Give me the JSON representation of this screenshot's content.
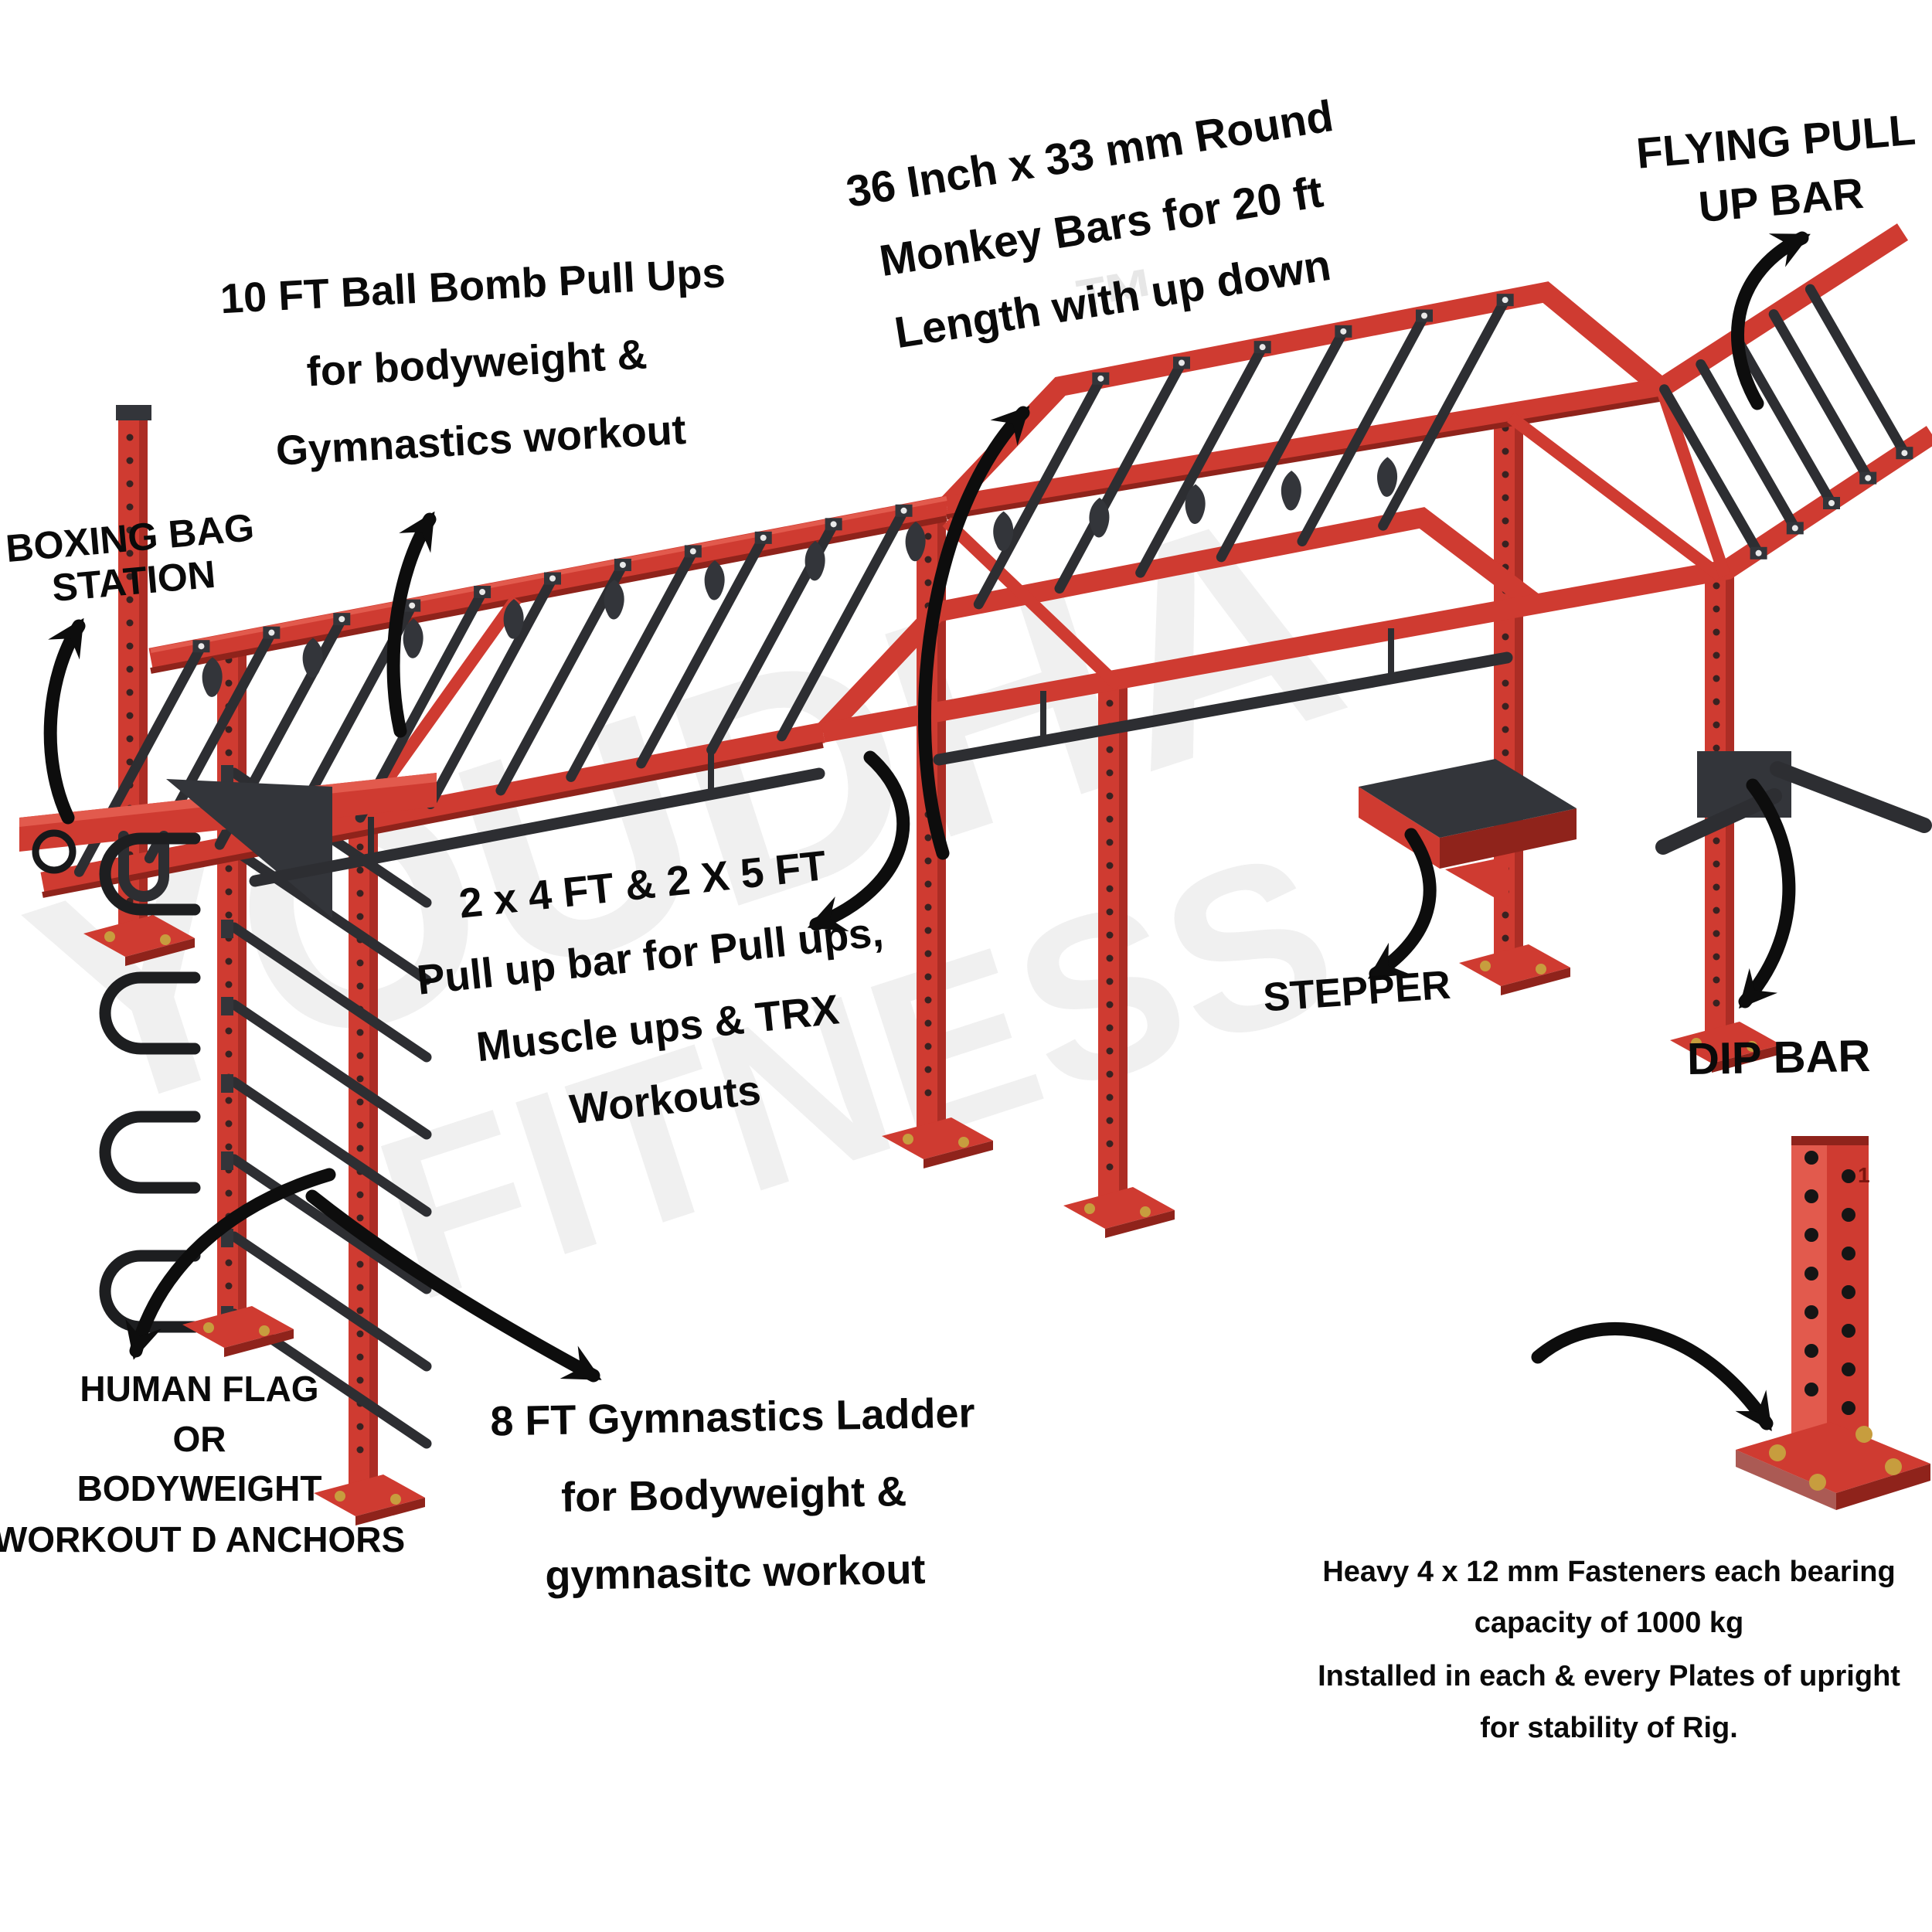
{
  "labels": {
    "monkey_bars": {
      "lines": [
        "36 Inch x 33 mm Round",
        "Monkey Bars for 20 ft",
        "Length with up down"
      ]
    },
    "flying_pull_up_bar": {
      "lines": [
        "FLYING PULL",
        "UP BAR"
      ]
    },
    "ball_bomb_pull_ups": {
      "lines": [
        "10 FT Ball Bomb Pull Ups",
        "for bodyweight &",
        "Gymnastics workout"
      ]
    },
    "boxing_bag_station": {
      "lines": [
        "BOXING BAG",
        "STATION"
      ]
    },
    "pull_up_bars": {
      "lines": [
        "2 x 4 FT & 2 X 5 FT",
        "Pull up bar for Pull ups,",
        "Muscle ups & TRX",
        "Workouts"
      ]
    },
    "stepper": {
      "lines": [
        "STEPPER"
      ]
    },
    "dip_bar": {
      "lines": [
        "DIP BAR"
      ]
    },
    "human_flag": {
      "lines": [
        "HUMAN FLAG",
        "OR",
        "BODYWEIGHT",
        "WORKOUT D ANCHORS"
      ]
    },
    "gymnastics_ladder": {
      "lines": [
        "8 FT Gymnastics Ladder",
        "for Bodyweight &",
        "gymnasitc workout"
      ]
    },
    "fasteners_note": {
      "lines": [
        "Heavy 4 x 12 mm Fasteners each bearing",
        "capacity of 1000 kg",
        "Installed in each & every Plates of upright",
        "for stability of Rig."
      ]
    }
  },
  "watermark": {
    "word1": "YOUDHA",
    "word2": "FITNESS",
    "tm": "™"
  },
  "inset": {
    "marking": "1"
  },
  "colors": {
    "background": "#ffffff",
    "rig_red": "#cf3b31",
    "rig_red_light": "#e25a4d",
    "rig_red_dark": "#8f231b",
    "bar_black": "#2d2e32",
    "plate_dark": "#33353a",
    "bolt_gold": "#c79d3e",
    "watermark_gray": "#f0f0f0",
    "text_black": "#0a0a0a"
  }
}
